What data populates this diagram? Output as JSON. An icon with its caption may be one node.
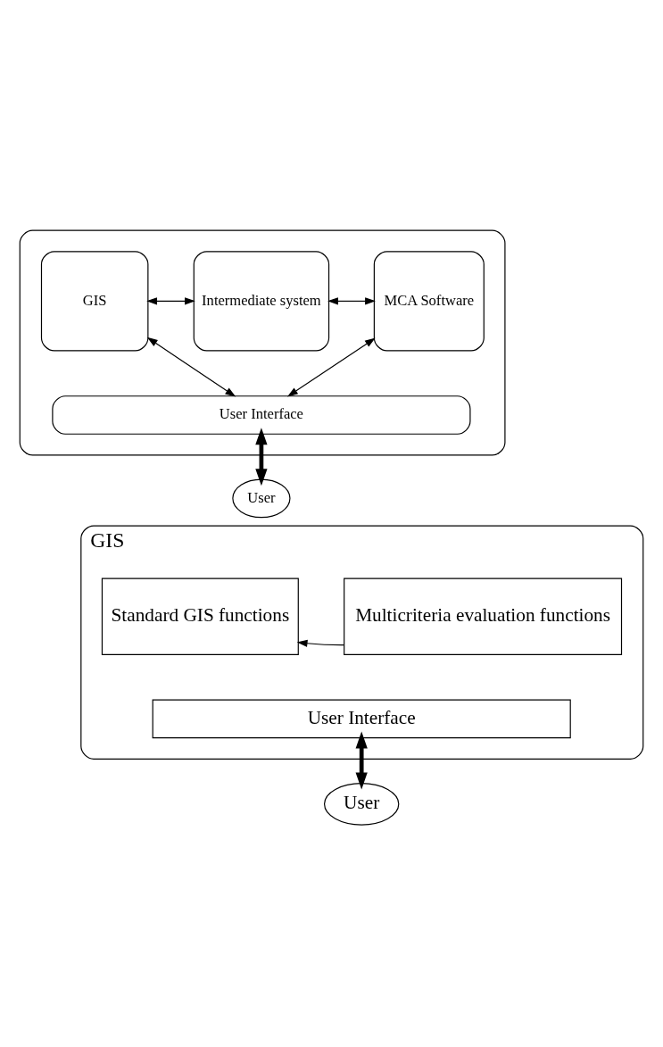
{
  "diagram": {
    "nodes": [
      {
        "text": [],
        "shape": "box"
      },
      {
        "text": [
          "GIS"
        ],
        "in": 0
      },
      {
        "text": [
          "Intermediate system"
        ],
        "in": 0
      },
      {
        "text": [
          "MCA Software"
        ],
        "in": 0
      },
      {
        "text": [
          "User Interface"
        ],
        "in": 0
      },
      {
        "text": [
          "User"
        ]
      },
      {
        "text": [
          "GIS"
        ]
      },
      {
        "text": [
          "Standard GIS functions"
        ],
        "in": 6
      },
      {
        "text": [
          "Multicriteria evaluation functions"
        ],
        "in": 6
      },
      {
        "text": [
          "User Interface"
        ],
        "in": 6
      },
      {
        "text": [
          "User"
        ]
      }
    ],
    "edges": [
      {
        "from": 1,
        "to": 2,
        "arrow": "both"
      },
      {
        "from": 2,
        "to": 3,
        "arrow": "both"
      },
      {
        "from": 1,
        "to": 4,
        "arrow": "both"
      },
      {
        "from": 3,
        "to": 4,
        "arrow": "both"
      },
      {
        "from": 4,
        "to": 5,
        "arrow": "both",
        "style": "thick"
      },
      {
        "from": 8,
        "to": 7,
        "arrow": "to"
      },
      {
        "from": 9,
        "to": 10,
        "arrow": "both",
        "style": "thick"
      }
    ]
  }
}
